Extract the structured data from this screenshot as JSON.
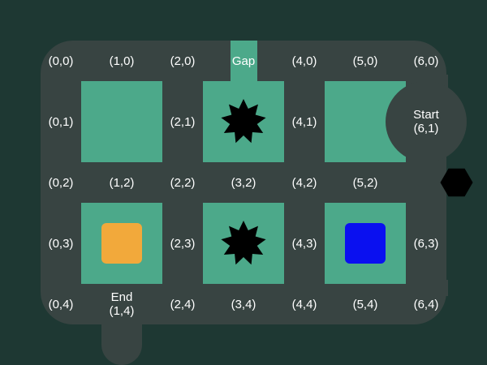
{
  "board": {
    "colors": {
      "background": "#1e3833",
      "path": "#384442",
      "block": "#4ca98a",
      "text": "#ffffff",
      "pickup_orange": "#f2a93b",
      "pickup_blue": "#0a10f0",
      "hazard": "#000000"
    }
  },
  "labels": {
    "r0": [
      "(0,0)",
      "(1,0)",
      "(2,0)",
      "Gap",
      "(4,0)",
      "(5,0)",
      "(6,0)"
    ],
    "r1": [
      "(0,1)",
      "(2,1)",
      "(4,1)"
    ],
    "start_1": "Start",
    "start_2": "(6,1)",
    "r2": [
      "(0,2)",
      "(1,2)",
      "(2,2)",
      "(3,2)",
      "(4,2)",
      "(5,2)"
    ],
    "r3": [
      "(0,3)",
      "(2,3)",
      "(4,3)",
      "(6,3)"
    ],
    "end_1": "End",
    "end_2": "(1,4)",
    "r4": [
      "(0,4)",
      "(2,4)",
      "(3,4)",
      "(4,4)",
      "(5,4)",
      "(6,4)"
    ]
  },
  "pieces": [
    {
      "name": "orange-pickup",
      "shape": "rounded-square",
      "col": 1,
      "row": 3,
      "color": "#f2a93b"
    },
    {
      "name": "blue-pickup",
      "shape": "rounded-square",
      "col": 5,
      "row": 3,
      "color": "#0a10f0"
    },
    {
      "name": "hazard-star-1",
      "shape": "star",
      "col": 3,
      "row": 1,
      "color": "#000000"
    },
    {
      "name": "hazard-star-2",
      "shape": "star",
      "col": 3,
      "row": 3,
      "color": "#000000"
    },
    {
      "name": "hazard-hexagon",
      "shape": "hexagon",
      "col": 6.5,
      "row": 2,
      "color": "#000000"
    }
  ]
}
